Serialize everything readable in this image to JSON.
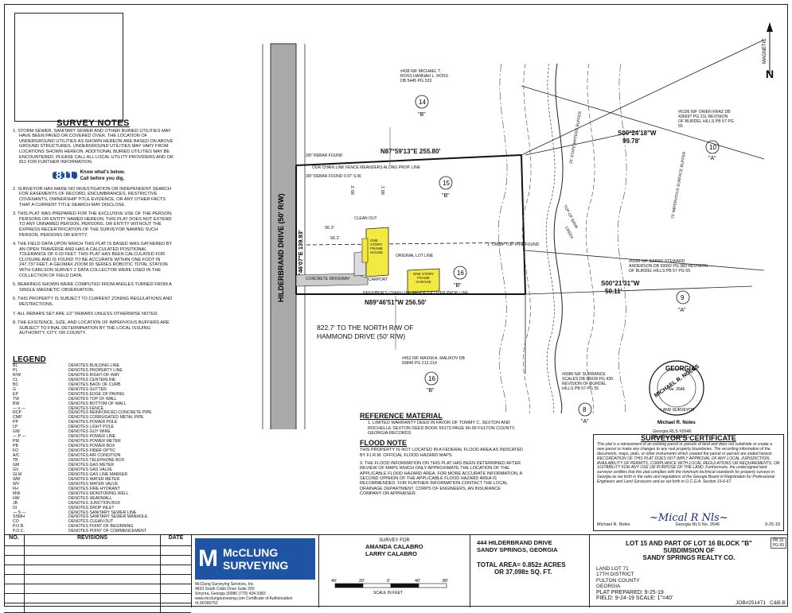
{
  "north": {
    "label": "MAGNETIC",
    "letter": "N"
  },
  "survey_notes": {
    "title": "SURVEY NOTES",
    "items": [
      "1. STORM SEWER, SANITARY SEWER AND OTHER BURIED UTILITIES MAY HAVE BEEN PAVED OR COVERED OVER. THE LOCATION OF UNDERGROUND UTILITIES AS SHOWN HEREON ARE BASED ON ABOVE GROUND STRUCTURES. UNDERGROUND UTILITIES MAY VARY FROM LOCATIONS SHOWN HEREON. ADDITIONAL BURIED UTILITIES MAY BE ENCOUNTERED. PLEASE CALL ALL LOCAL UTILITY PROVIDERS AND OR 811 FOR FURTHER INFORMATION.",
      "2. SURVEYOR HAS MADE NO INVESTIGATION OR INDEPENDENT SEARCH FOR EASEMENTS OF RECORD, ENCUMBRANCES, RESTRICTIVE COVENANTS, OWNERSHIP TITLE EVIDENCE, OR ANY OTHER FACTS THAT A CURRENT TITLE SEARCH MAY DISCLOSE.",
      "3. THIS PLAT WAS PREPARED FOR THE EXCLUSIVE USE OF THE PERSON, PERSONS OR ENTITY NAMED HEREON. THIS PLAT DOES NOT EXTEND TO ANY UNNAMED PERSON, PERSONS, OR ENTITY WITHOUT THE EXPRESS RECERTIFICATION OF THE SURVEYOR NAMING SUCH PERSON, PERSONS OR ENTITY.",
      "4. THE FIELD DATA UPON WHICH THIS PLAT IS BASED WAS GATHERED BY AN OPEN TRAVERSE AND HAS A CALCULATED POSITIONAL TOLERANCE OF 0.03 FEET. THIS PLAT HAS BEEN CALCULATED FOR CLOSURE AND IS FOUND TO BE ACCURATE WITHIN ONE FOOT IN 247,737 FEET. A GEOMAX ZOOM 90 SERIES ROBOTIC TOTAL STATION WITH CARLSON SURVEY 2 DATA COLLECTOR WERE USED IN THE COLLECTION OF FIELD DATA.",
      "5. BEARINGS SHOWN WERE COMPUTED FROM ANGLES TURNED FROM A SINGLE MAGNETIC OBSERVATION.",
      "6. THIS PROPERTY IS SUBJECT TO CURRENT ZONING REGULATIONS AND RESTRICTIONS.",
      "7. ALL REBARS SET ARE 1/2\" REBARS UNLESS OTHERWISE NOTED.",
      "8. THE EXISTENCE, SIZE, AND LOCATION OF IMPERVIOUS BUFFERS ARE SUBJECT TO FINAL DETERMINATION BY THE LOCAL ISSUING AUTHORITY, CITY, OR COUNTY."
    ],
    "badge_811": "811",
    "badge_text1": "Know what's below.",
    "badge_text2": "Call before you dig."
  },
  "legend": {
    "title": "LEGEND",
    "rows": [
      [
        "BL",
        "DENOTES BUILDING LINE"
      ],
      [
        "PL",
        "DENOTES PROPERTY LINE"
      ],
      [
        "R/W",
        "DENOTES RIGHT-OF-WAY"
      ],
      [
        "CL",
        "DENOTES CENTERLINE"
      ],
      [
        "BC",
        "DENOTES BACK OF CURB"
      ],
      [
        "G",
        "DENOTES GUTTER"
      ],
      [
        "EP",
        "DENOTES EDGE OF PAVING"
      ],
      [
        "TW",
        "DENOTES TOP OF WALL"
      ],
      [
        "BW",
        "DENOTES BOTTOM OF WALL"
      ],
      [
        "— x —",
        "DENOTES FENCE"
      ],
      [
        "RCP",
        "DENOTES REINFORCED CONCRETE PIPE"
      ],
      [
        "CMP",
        "DENOTES CORRUGATED METAL PIPE"
      ],
      [
        "PP",
        "DENOTES POWER POLE"
      ],
      [
        "LP",
        "DENOTES LIGHT POLE"
      ],
      [
        "GW",
        "DENOTES GUY WIRE"
      ],
      [
        "— P —",
        "DENOTES POWER LINE"
      ],
      [
        "PM",
        "DENOTES POWER METER"
      ],
      [
        "PB",
        "DENOTES POWER BOX"
      ],
      [
        "FO",
        "DENOTES FIBER OPTIC"
      ],
      [
        "A/C",
        "DENOTES AIR CONDITION"
      ],
      [
        "TB",
        "DENOTES TELEPHONE BOX"
      ],
      [
        "GM",
        "DENOTES GAS METER"
      ],
      [
        "GV",
        "DENOTES GAS VALVE"
      ],
      [
        "GLM",
        "DENOTES GAS LINE MARKER"
      ],
      [
        "WM",
        "DENOTES WATER METER"
      ],
      [
        "WV",
        "DENOTES WATER VALVE"
      ],
      [
        "FH",
        "DENOTES FIRE HYDRANT"
      ],
      [
        "MW",
        "DENOTES MONITORING WELL"
      ],
      [
        "HW",
        "DENOTES HEADWALL"
      ],
      [
        "JB",
        "DENOTES JUNCTION BOX"
      ],
      [
        "DI",
        "DENOTES DROP INLET"
      ],
      [
        "— S —",
        "DENOTES SANITARY SEWER LINE"
      ],
      [
        "SSMH",
        "DENOTES SANITARY SEWER MANHOLE"
      ],
      [
        "CO",
        "DENOTES CLEAN OUT"
      ],
      [
        "P.O.B.",
        "DENOTES POINT OF BEGINNING"
      ],
      [
        "P.O.C.",
        "DENOTES POINT OF COMMENCEMENT"
      ]
    ]
  },
  "map": {
    "street_label": "HILDERBRAND DRIVE (50' R/W)",
    "street_bearing": "N00°46'07\"E  139.93'",
    "north_bearing": "N87°59'13\"E 255.80'",
    "south_bearing": "N89°46'51\"W 256.50'",
    "east_bearing1": "S00°24'18\"W",
    "east_dist1": "99.78'",
    "east_bearing2": "S00°21'31\"W",
    "east_dist2": "50.11'",
    "to_north": "822.7' TO THE NORTH R/W OF",
    "to_north2": "HAMMOND DRIVE (50' R/W)",
    "lot15": "15",
    "lot15_b": "\"B\"",
    "lot16": "16",
    "lot16_b": "\"B\"",
    "lot14": "14",
    "lot14_b": "\"B\"",
    "lot10": "10",
    "lot10_a": "\"A\"",
    "lot9": "9",
    "lot9_a": "\"A\"",
    "lot8": "8",
    "lot8_a": "\"A\"",
    "lot16s": "16",
    "lot16s_b": "\"B\"",
    "owner_438": "#438  N/F  MICHAEL T. ROSS  HANNAH L. ROSS  DB 5445 PG 533",
    "owner_6106": "#6106  N/F  OWEN KRAZ  DB 43669? PG 211  REVISION OF BURDEL HILLS  PB 57 PG 55",
    "owner_6096": "#6096  N/F  BARRY STEWARD ANDERSON  DB 59992 PG 383  REVISION OF BURDEL HILLS  PB 57 PG 55",
    "owner_452": "#452  N/F  MAXIM A. MALIKOV  DB 59845 PG 212-214",
    "owner_6086": "#6086  N/F  SURRANCE SCALES  DB 60028 PG 439  REVISION OF BURDEL HILLS  PB 57 PG 55",
    "fence_north": "OUR CHAIN LINK FENCE MEANDERS ALONG PROP. LINE",
    "fence_south": "NEIGHBOR'S CHAIN LINK FENCE  0.4' OVER PROP. LINE",
    "rebar1": "3/8\" REBAR FOUND",
    "rebar2": "3/8\" REBAR FOUND 0.97' S.W.",
    "lot_line": "ORIGINAL LOT LINE",
    "driveway": "CONCRETE DRIVEWAY",
    "carport": "CARPORT",
    "house": "ONE STORY FRAME HOUSE",
    "garage": "ONE STORY FRAME GARAGE",
    "clean_out": "CLEAN OUT",
    "dim1": "56.3'",
    "dim2": "56.2'",
    "dim3": "89.3'",
    "dim4": "88.1'",
    "bank_top": "TOP OF BANK",
    "creek": "CREEK",
    "buffer1": "25' STATE WATERS BUFFER",
    "buffer2": "75' IMPERVIOUS SURFACE BUFFER",
    "crimp": "1\" CRIMP TOP PIPE FOUND"
  },
  "reference": {
    "title": "REFERENCE MATERIAL",
    "items": [
      "1. LIMITED WARRANTY DEED IN FAVOR OF TOMMY C. SEXTON AND ROCHELLE SEXTON DEED BOOK 59173 PAGE 96-99 FULTON COUNTY, GEORGIA RECORDS"
    ],
    "flood_title": "FLOOD NOTE",
    "flood_items": [
      "THIS PROPERTY IS NOT LOCATED IN A FEDERAL FLOOD AREA AS INDICATED BY F.I.R.M. OFFICIAL FLOOD HAZARD MAPS.",
      "9. THE FLOOD INFORMATION ON THIS PLAT HAS BEEN DETERMINED AFTER REVIEW OF MAPS WHICH ONLY APPROXIMATE THE LOCATION OF THE APPLICABLE FLOOD HAZARD AREA. FOR MORE ACCURATE INFORMATION, A SECOND OPINION OF THE APPLICABLE FLOOD HAZARD AREA IS RECOMMENDED. FOR FURTHER INFORMATION CONTACT THE LOCAL DRAINAGE DEPARTMENT, CORPS OF ENGINEERS, AN INSURANCE COMPANY OR APPRAISER."
    ]
  },
  "seal": {
    "top": "GEORGIA",
    "name": "MICHAEL R. NOLES",
    "number": "No. 2646",
    "sub": "LAND SURVEYOR",
    "caption1": "Michael R. Noles",
    "caption2": "Georgia RLS #2646",
    "caption3": "Member SAMSOG"
  },
  "certificate": {
    "title": "SURVEYOR'S CERTIFICATE",
    "body": "This plat is a retracement of an existing parcel or parcels of land and does not subdivide or create a new parcel or make any changes to any real property boundaries. The recording information of the documents, maps, plats, or other instruments which created the parcel or parcels are stated hereon. RECORDATION OF THIS PLAT DOES NOT IMPLY APPROVAL OF ANY LOCAL JURISDICTION, AVAILABILITY OF PERMITS, COMPLIANCE WITH LOCAL REGULATIONS OR REQUIREMENTS, OR SUITABILITY FOR ANY USE OR PURPOSE OF THE LAND. Furthermore, the undersigned land surveyor certifies that this plat complies with the minimum technical standards for property surveys in Georgia as set forth in the rules and regulations of the Georgia Board of Registration for Professional Engineers and Land Surveyors and as set forth in O.C.G.A. Section 15-6-67.",
    "name": "Michael R. Noles",
    "rls": "Georgia RLS No. 2646",
    "date": "9-25-19"
  },
  "title_block": {
    "no": "NO.",
    "revisions": "REVISIONS",
    "date": "DATE",
    "company1": "McCLUNG",
    "company2": "SURVEYING",
    "address1": "McClung Surveying Services, Inc.",
    "address2": "4833 South Cobb Drive Suite 200",
    "address3": "Smyrna, Georgia 30080  (770) 434-3383",
    "address4": "www.mcclungsurveying.com  Certificate of Authorization #LSF000752",
    "survey_for": "SURVEY FOR",
    "client1": "AMANDA CALABRO",
    "client2": "LARRY CALABRO",
    "addr_line1": "444 HILDERBRAND DRIVE",
    "addr_line2": "SANDY SPRINGS, GEORGIA",
    "area1": "TOTAL AREA= 0.852± ACRES",
    "area2": "OR 37,098± SQ. FT.",
    "scale_label": "SCALE IN FEET",
    "scale_ticks": [
      "40'",
      "20'",
      "0'",
      "40'",
      "80'"
    ],
    "lot_title1": "LOT 15 AND PART OF LOT 16 BLOCK \"B\"",
    "lot_title2": "SUBDIMSION OF",
    "lot_title3": "SANDY SPRINGS REALTY CO.",
    "land_lot": "LAND LOT 71",
    "district": "17TH DISTRICT",
    "county": "FULTON   COUNTY",
    "state": "GEORGIA",
    "plat_prepared": "PLAT PREPARED: 9-25-19",
    "field": "FIELD: 9-24-19  SCALE: 1\"=40'",
    "job": "JOB#251471",
    "cb": "C&B-B",
    "pb1": "PB 32",
    "pb2": "PG 83"
  }
}
